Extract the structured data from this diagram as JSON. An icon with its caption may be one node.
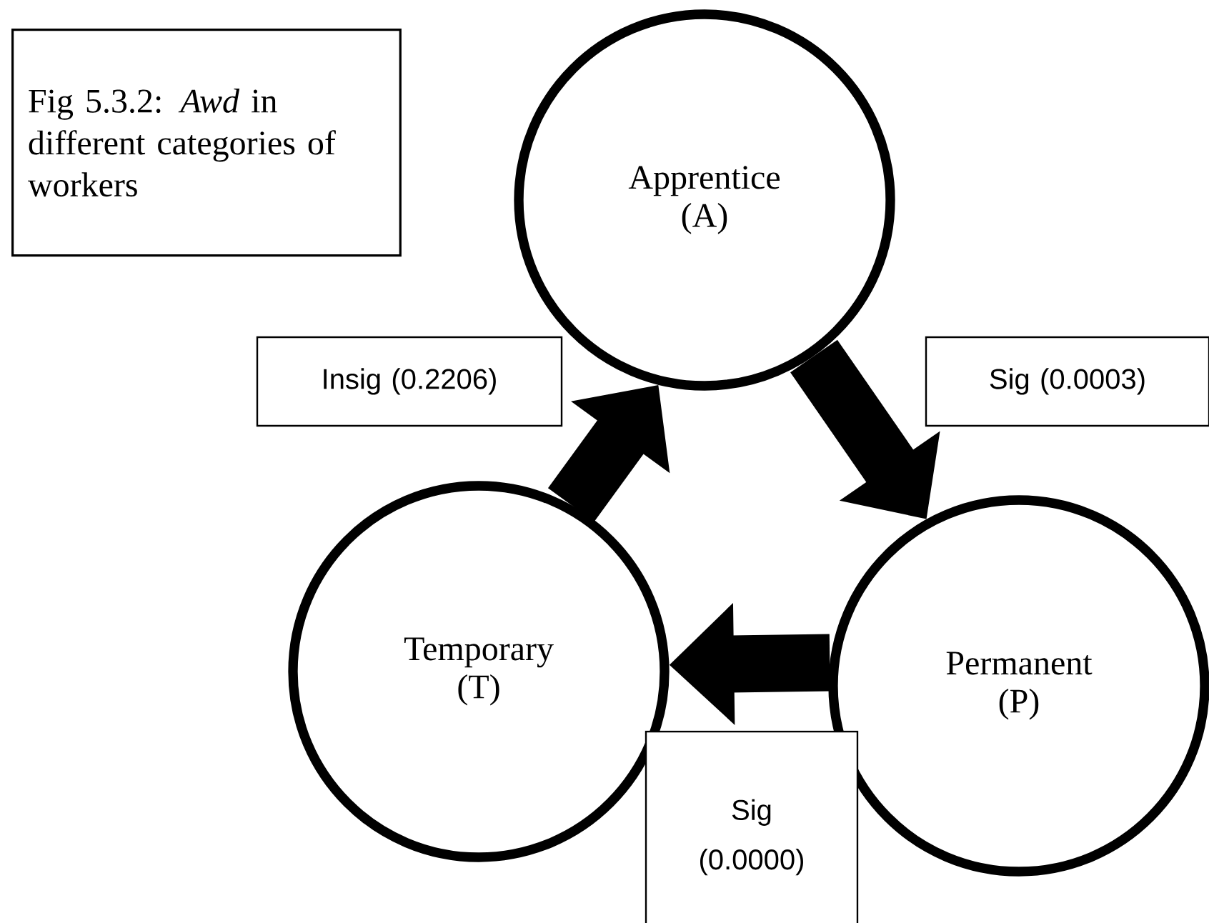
{
  "diagram": {
    "title": "Fig 5.3.2: *Awd* in different categories of workers",
    "nodes": [
      {
        "text": [
          "Apprentice (A)"
        ]
      },
      {
        "text": [
          "Temporary (T)"
        ]
      },
      {
        "text": [
          "Permanent (P)"
        ]
      }
    ],
    "edges": [
      {
        "from": 1,
        "to": 0,
        "arrow": "to",
        "label": "Insig (0.2206)"
      },
      {
        "from": 0,
        "to": 2,
        "arrow": "to",
        "label": "Sig (0.0003)"
      },
      {
        "from": 2,
        "to": 1,
        "arrow": "to",
        "label": "Sig (0.0000)"
      }
    ]
  }
}
